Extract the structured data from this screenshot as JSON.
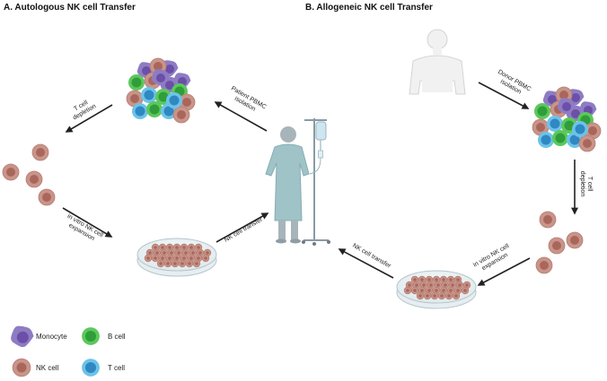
{
  "titles": {
    "a": "A. Autologous NK cell Transfer",
    "b": "B. Allogeneic NK cell Transfer"
  },
  "steps": {
    "a_t_depletion": [
      "T cell",
      "depletion"
    ],
    "a_pbmc": [
      "Patient PBMC",
      "isolation"
    ],
    "a_expansion": [
      "in vitro NK cell",
      "expansion"
    ],
    "a_transfer": "NK cell transfer",
    "b_pbmc": [
      "Donor PBMC",
      "isolation"
    ],
    "b_t_depletion": [
      "T cell",
      "depletion"
    ],
    "b_expansion": [
      "in vitro NK cell",
      "expansion"
    ],
    "b_transfer": "NK cell transfer"
  },
  "legend": {
    "monocyte": "Monocyte",
    "b_cell": "B cell",
    "nk_cell": "NK cell",
    "t_cell": "T cell"
  },
  "colors": {
    "monocyte_outer": "#8e7cc3",
    "monocyte_inner": "#6b4fa8",
    "bcell_outer": "#5cc85c",
    "bcell_inner": "#2f9e3a",
    "nk_outer": "#c9948a",
    "nk_inner": "#a9675b",
    "tcell_outer": "#6cc3e8",
    "tcell_inner": "#2f88c2",
    "patient_gown": "#9fc3c7",
    "arrow": "#222222"
  }
}
